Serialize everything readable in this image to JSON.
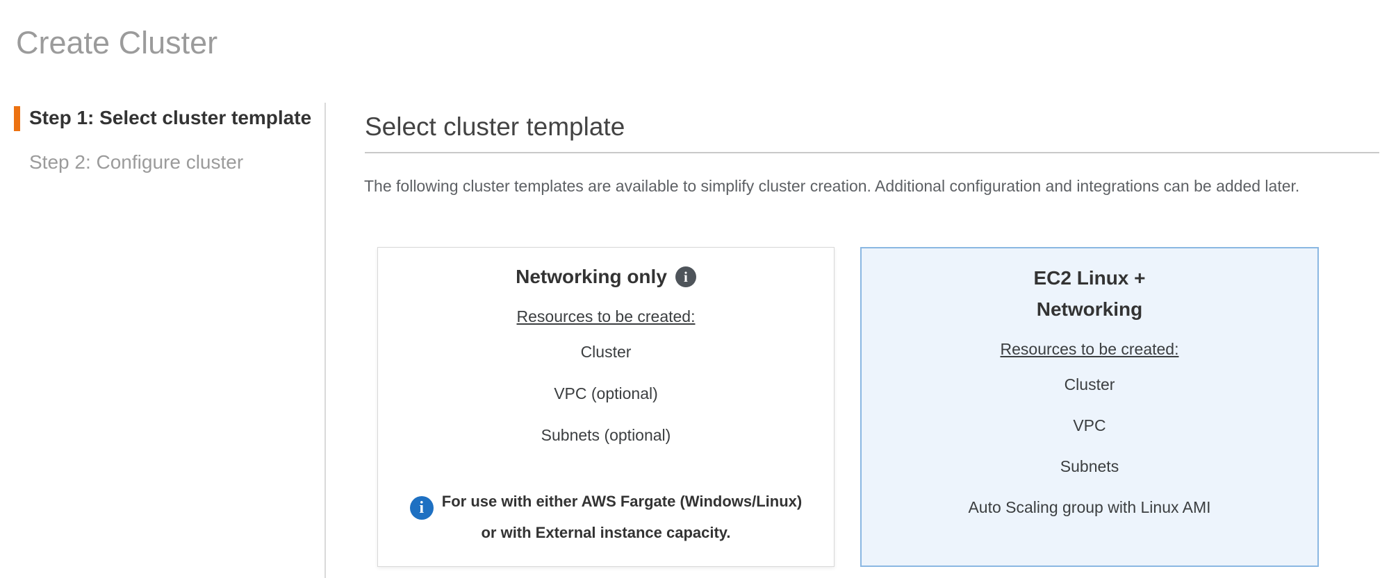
{
  "page": {
    "title": "Create Cluster"
  },
  "steps": [
    {
      "label": "Step 1: Select cluster template",
      "active": true
    },
    {
      "label": "Step 2: Configure cluster",
      "active": false
    }
  ],
  "main": {
    "heading": "Select cluster template",
    "description": "The following cluster templates are available to simplify cluster creation. Additional configuration and integrations can be added later."
  },
  "cards": [
    {
      "title": "Networking only",
      "title_info_icon": "info-icon",
      "resources_heading": "Resources to be created:",
      "resources": [
        "Cluster",
        "VPC (optional)",
        "Subnets (optional)"
      ],
      "footnote_info_icon": "info-icon",
      "footnote": "For use with either AWS Fargate (Windows/Linux) or with External instance capacity.",
      "selected": false
    },
    {
      "title": "EC2 Linux + Networking",
      "resources_heading": "Resources to be created:",
      "resources": [
        "Cluster",
        "VPC",
        "Subnets",
        "Auto Scaling group with Linux AMI"
      ],
      "selected": true
    }
  ],
  "icons": {
    "info_glyph": "i"
  },
  "colors": {
    "active_step_accent": "#ec7211",
    "selected_card_bg": "#edf4fc",
    "selected_card_border": "#8ab7e2",
    "unselected_card_border": "#d8d8d8",
    "info_icon_dark": "#4e545a",
    "info_icon_blue": "#1e70c2",
    "muted_title_gray": "#9b9b9b",
    "body_text": "#3b3e40"
  }
}
